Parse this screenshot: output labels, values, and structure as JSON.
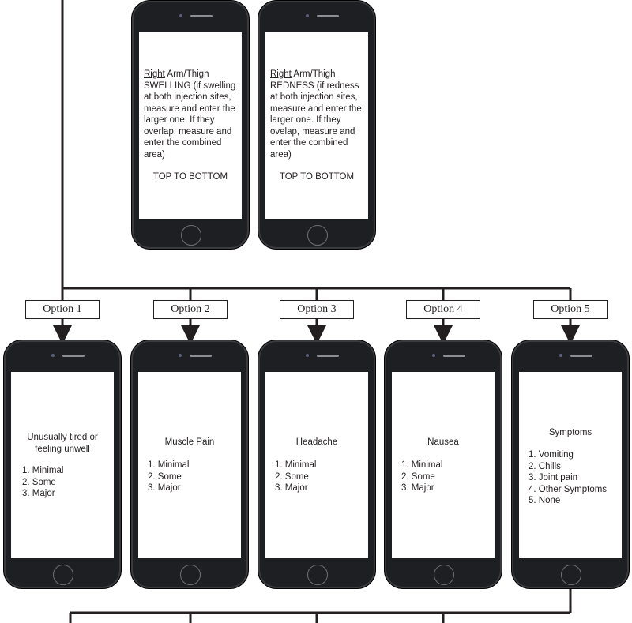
{
  "top_phones": [
    {
      "underline": "Right",
      "rest": " Arm/Thigh SWELLING (if swelling at both injection sites, measure and enter the larger one. If they overlap, measure and enter the combined area)",
      "footer": "TOP TO BOTTOM"
    },
    {
      "underline": "Right",
      "rest": " Arm/Thigh REDNESS (if redness at both injection sites, measure and enter the larger one. If they ovelap, measure and enter the combined area)",
      "footer": "TOP TO BOTTOM"
    }
  ],
  "options": [
    "Option 1",
    "Option 2",
    "Option 3",
    "Option 4",
    "Option 5"
  ],
  "bottom_phones": [
    {
      "title": "Unusually tired or feeling unwell",
      "items": [
        "1.  Minimal",
        "2.  Some",
        "3.  Major"
      ]
    },
    {
      "title": "Muscle Pain",
      "items": [
        "1.  Minimal",
        "2.  Some",
        "3.  Major"
      ]
    },
    {
      "title": "Headache",
      "items": [
        "1.  Minimal",
        "2.  Some",
        "3.  Major"
      ]
    },
    {
      "title": "Nausea",
      "items": [
        "1.  Minimal",
        "2.  Some",
        "3.  Major"
      ]
    },
    {
      "title": "Symptoms",
      "items": [
        "1.  Vomiting",
        "2.  Chills",
        "3.  Joint pain",
        "4.  Other Symptoms",
        "5.  None"
      ]
    }
  ],
  "colors": {
    "line": "#231f20",
    "phone_body": "#1e1f22",
    "screen": "#ffffff"
  }
}
